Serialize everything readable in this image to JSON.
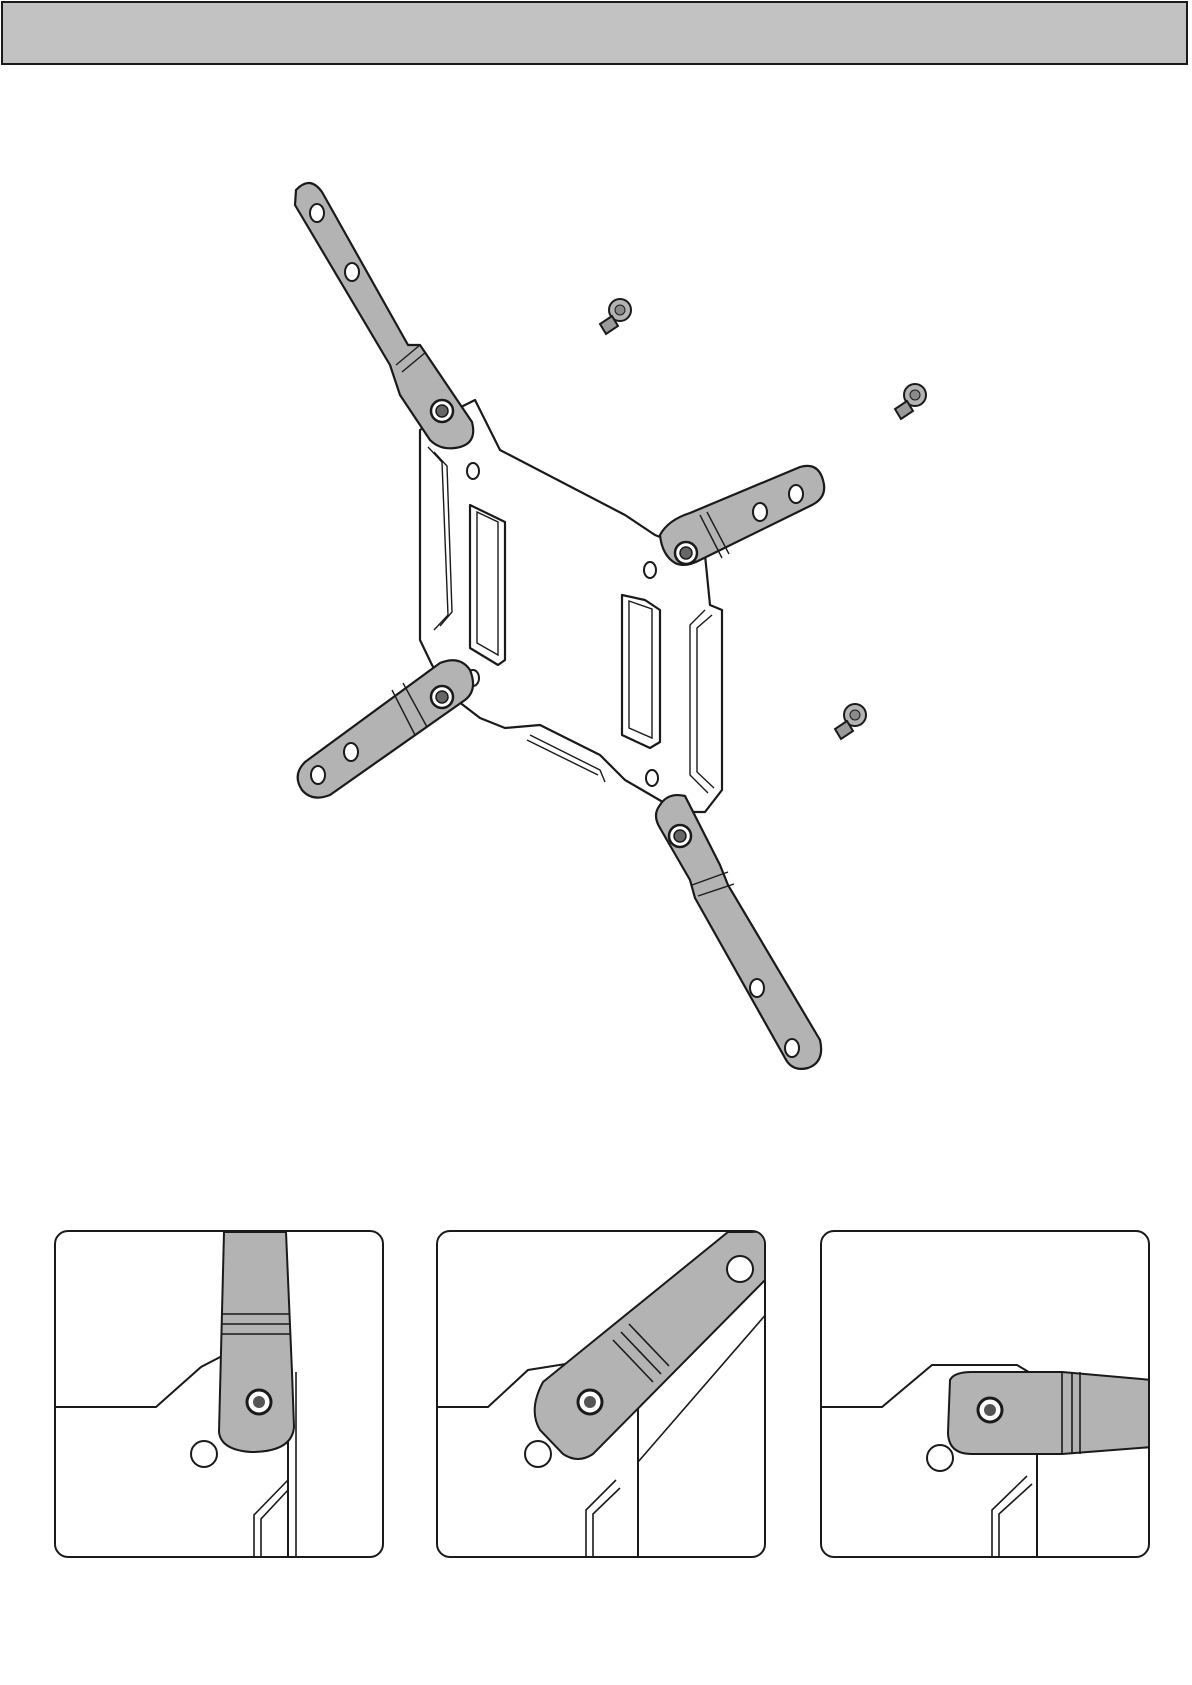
{
  "header": {
    "title": ""
  },
  "colors": {
    "metal": "#b3b3b3",
    "outline": "#1a1a1a",
    "header": "#c2c2c2",
    "background": "#ffffff"
  },
  "main_figure": {
    "parts": [
      "mounting-plate",
      "arm-top-left",
      "arm-top-right",
      "arm-bottom-left",
      "arm-bottom-right",
      "screw",
      "screw",
      "screw"
    ]
  },
  "detail_panels": [
    {
      "arm_orientation": "vertical"
    },
    {
      "arm_orientation": "diagonal"
    },
    {
      "arm_orientation": "horizontal"
    }
  ]
}
